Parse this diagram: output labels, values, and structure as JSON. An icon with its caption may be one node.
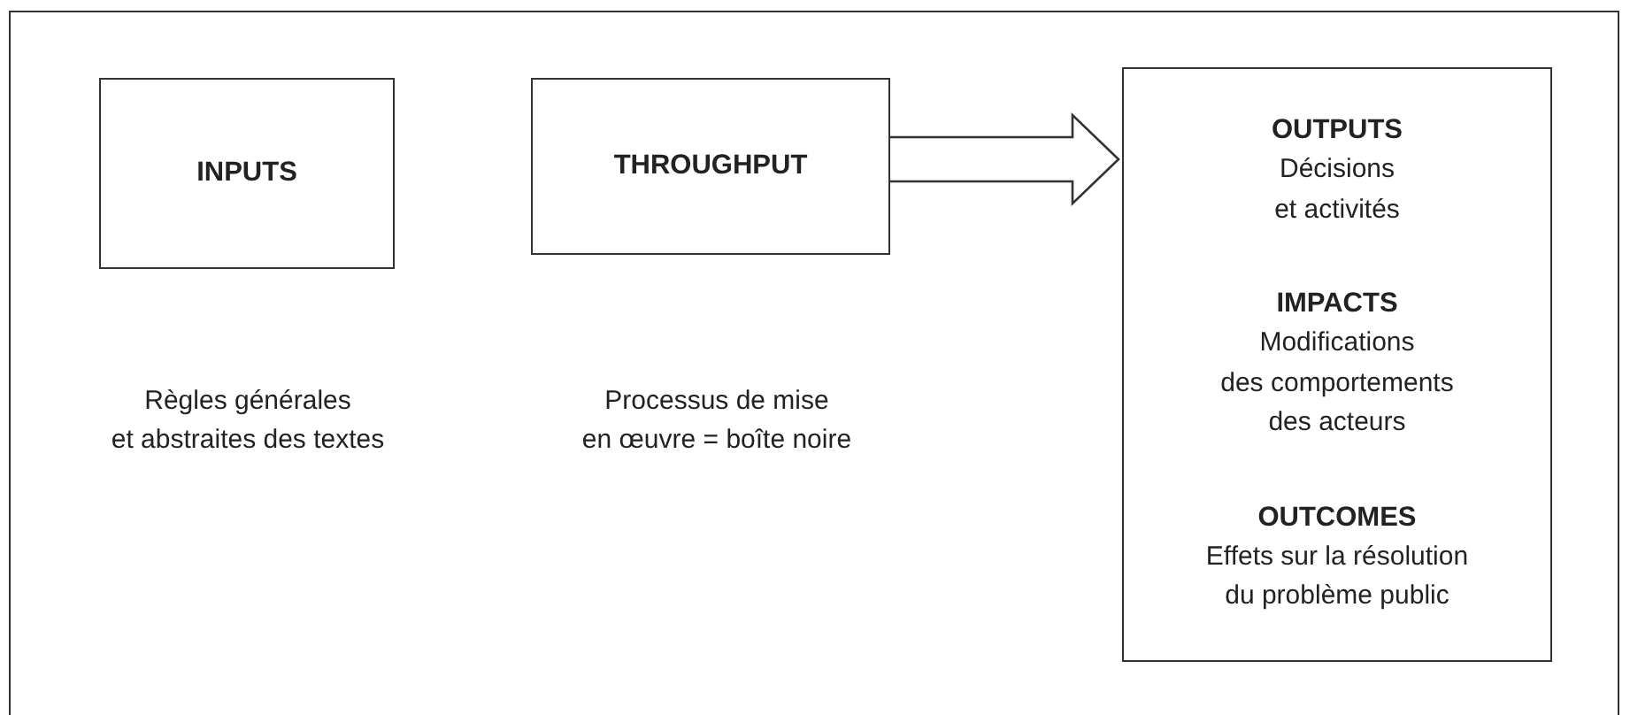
{
  "diagram": {
    "nodes": [
      {
        "text": [
          "INPUTS"
        ]
      },
      {
        "text": [
          "THROUGHPUT"
        ]
      },
      {
        "text": [
          "OUTPUTS",
          "Décisions et activités",
          "IMPACTS",
          "Modifications des comportements des acteurs",
          "OUTCOMES",
          "Effets sur la résolution du problème public"
        ]
      }
    ],
    "edges": [
      {
        "from": 1,
        "to": 2,
        "arrow": "to",
        "style": "thick"
      }
    ],
    "labels": [
      "Règles générales et abstraites des textes",
      "Processus de mise en œuvre = boîte noire"
    ]
  }
}
